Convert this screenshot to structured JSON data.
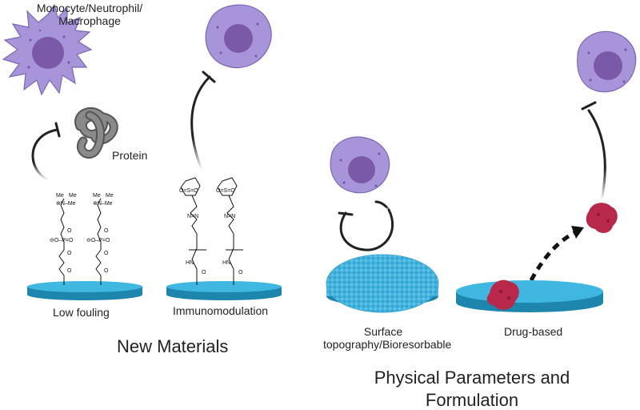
{
  "labels": {
    "cell_type": [
      "Monocyte/Neutrophil/",
      "Macrophage"
    ],
    "protein": "Protein",
    "low_fouling": "Low fouling",
    "immunomodulation": "Immunomodulation",
    "surface": [
      "Surface",
      "topography/Bioresorbable"
    ],
    "drug_based": "Drug-based",
    "group_new_materials": "New Materials",
    "group_physical": [
      "Physical Parameters and",
      "Formulation"
    ]
  },
  "colors": {
    "cell_body": "#a894d8",
    "cell_outline": "#7b68b4",
    "nucleus": "#7a5aa8",
    "surface_top": "#3fb7e0",
    "surface_side": "#1e86ad",
    "drug": "#b8284a",
    "protein": "#6e6e6e",
    "inhibition_arrow": "#222222"
  },
  "icons": {
    "macrophage": "macrophage-cell-icon",
    "cell": "immune-cell-icon",
    "protein": "protein-coil-icon",
    "drug": "drug-molecule-icon"
  }
}
